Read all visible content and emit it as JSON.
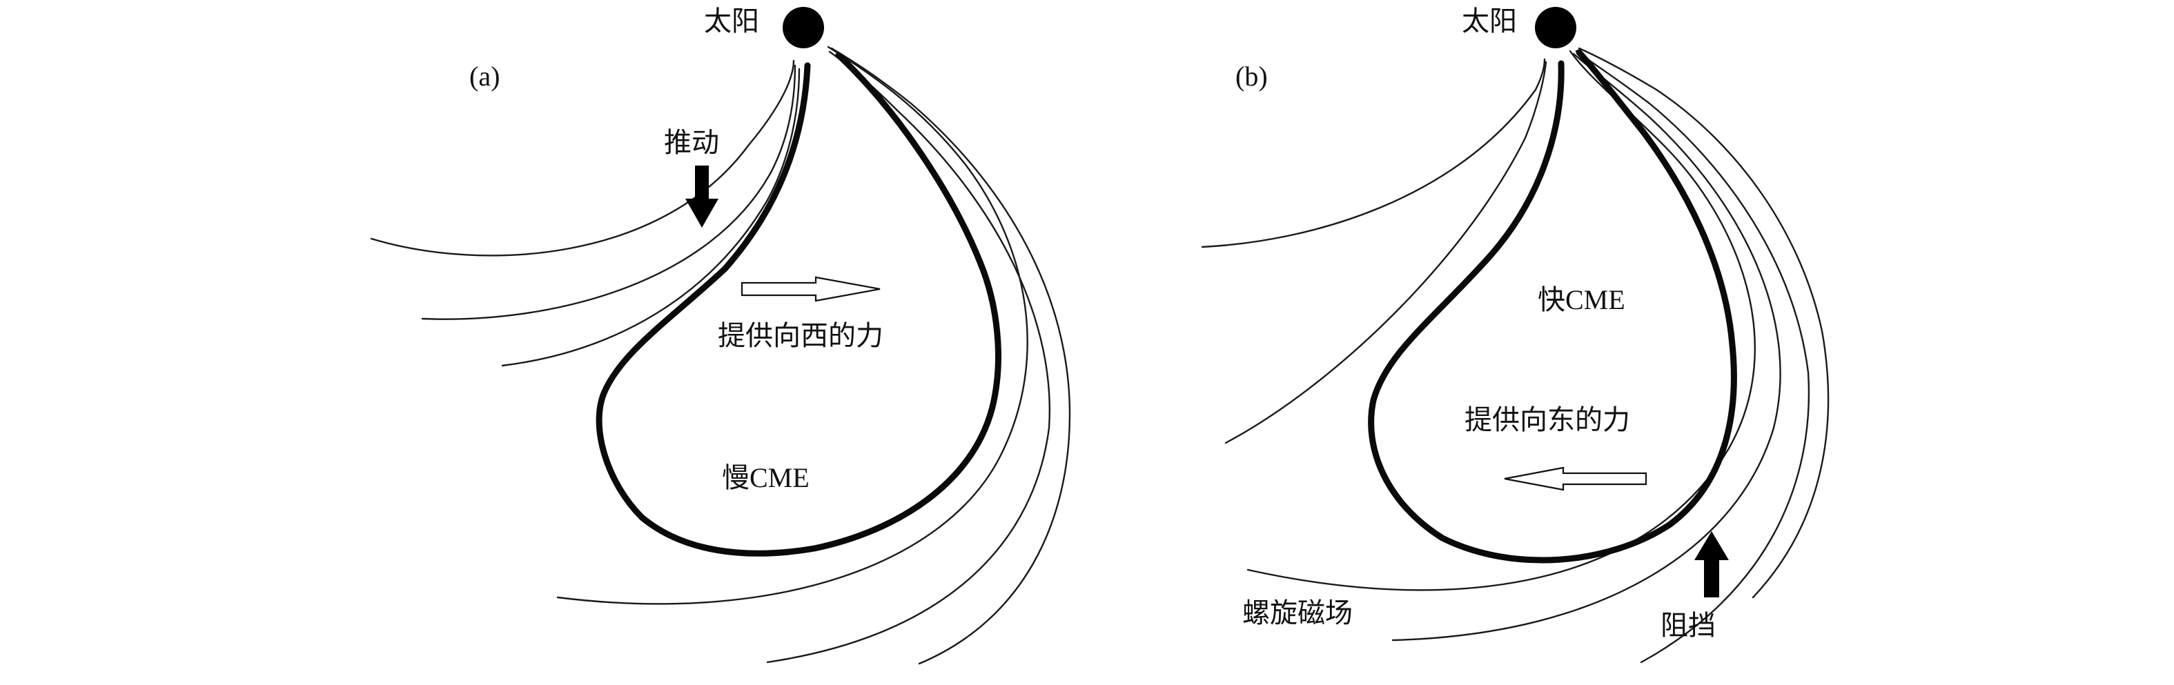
{
  "panel_a": {
    "tag": "(a)",
    "sun": "太阳",
    "push": "推动",
    "force": "提供向西的力",
    "cme": "慢CME"
  },
  "panel_b": {
    "tag": "(b)",
    "sun": "太阳",
    "cme": "快CME",
    "force": "提供向东的力",
    "field": "螺旋磁场",
    "block": "阻挡"
  }
}
